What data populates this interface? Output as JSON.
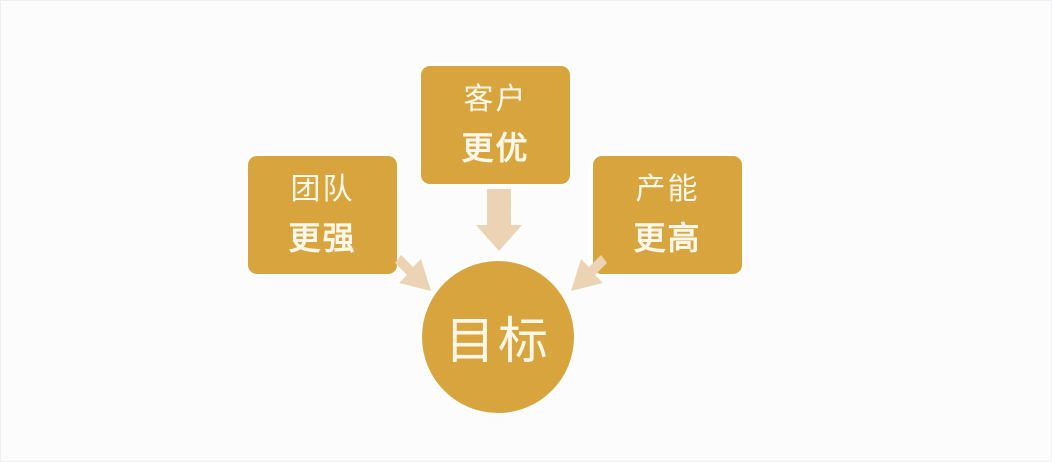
{
  "colors": {
    "box_fill": "#d8a43e",
    "arrow_fill": "#ecd3b4",
    "text": "#fff8ea",
    "background": "#fcfcfd"
  },
  "nodes": {
    "left": {
      "line1": "团队",
      "line2": "更强"
    },
    "top": {
      "line1": "客户",
      "line2": "更优"
    },
    "right": {
      "line1": "产能",
      "line2": "更高"
    },
    "center": {
      "label": "目标"
    }
  },
  "edges": [
    {
      "from": "left",
      "to": "center",
      "icon": "arrow-down-right-icon"
    },
    {
      "from": "top",
      "to": "center",
      "icon": "arrow-down-icon"
    },
    {
      "from": "right",
      "to": "center",
      "icon": "arrow-down-left-icon"
    }
  ]
}
